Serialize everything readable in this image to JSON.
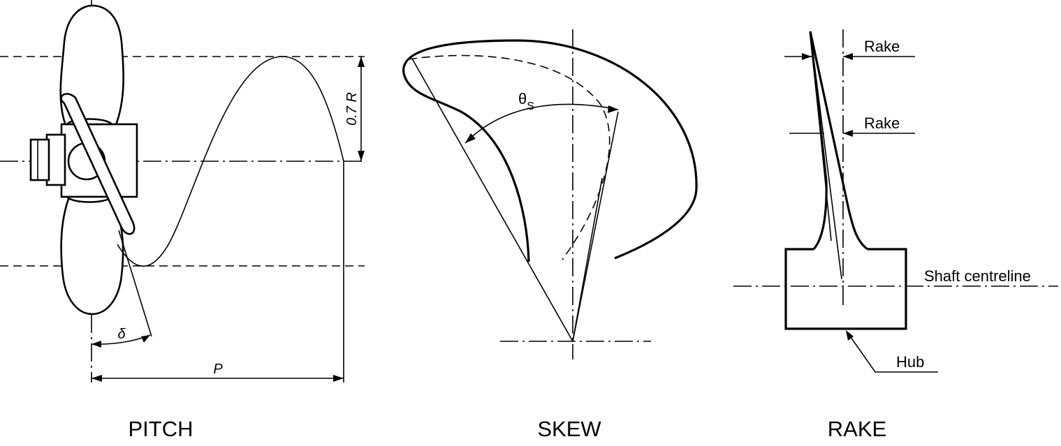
{
  "pitch": {
    "title": "PITCH",
    "dim_radius": "0.7 R",
    "dim_pitch": "P",
    "angle": "δ"
  },
  "skew": {
    "title": "SKEW",
    "angle_base": "θ",
    "angle_sub": "S"
  },
  "rake": {
    "title": "RAKE",
    "rake_label_1": "Rake",
    "rake_label_2": "Rake",
    "shaft_label": "Shaft centreline",
    "hub_label": "Hub"
  }
}
